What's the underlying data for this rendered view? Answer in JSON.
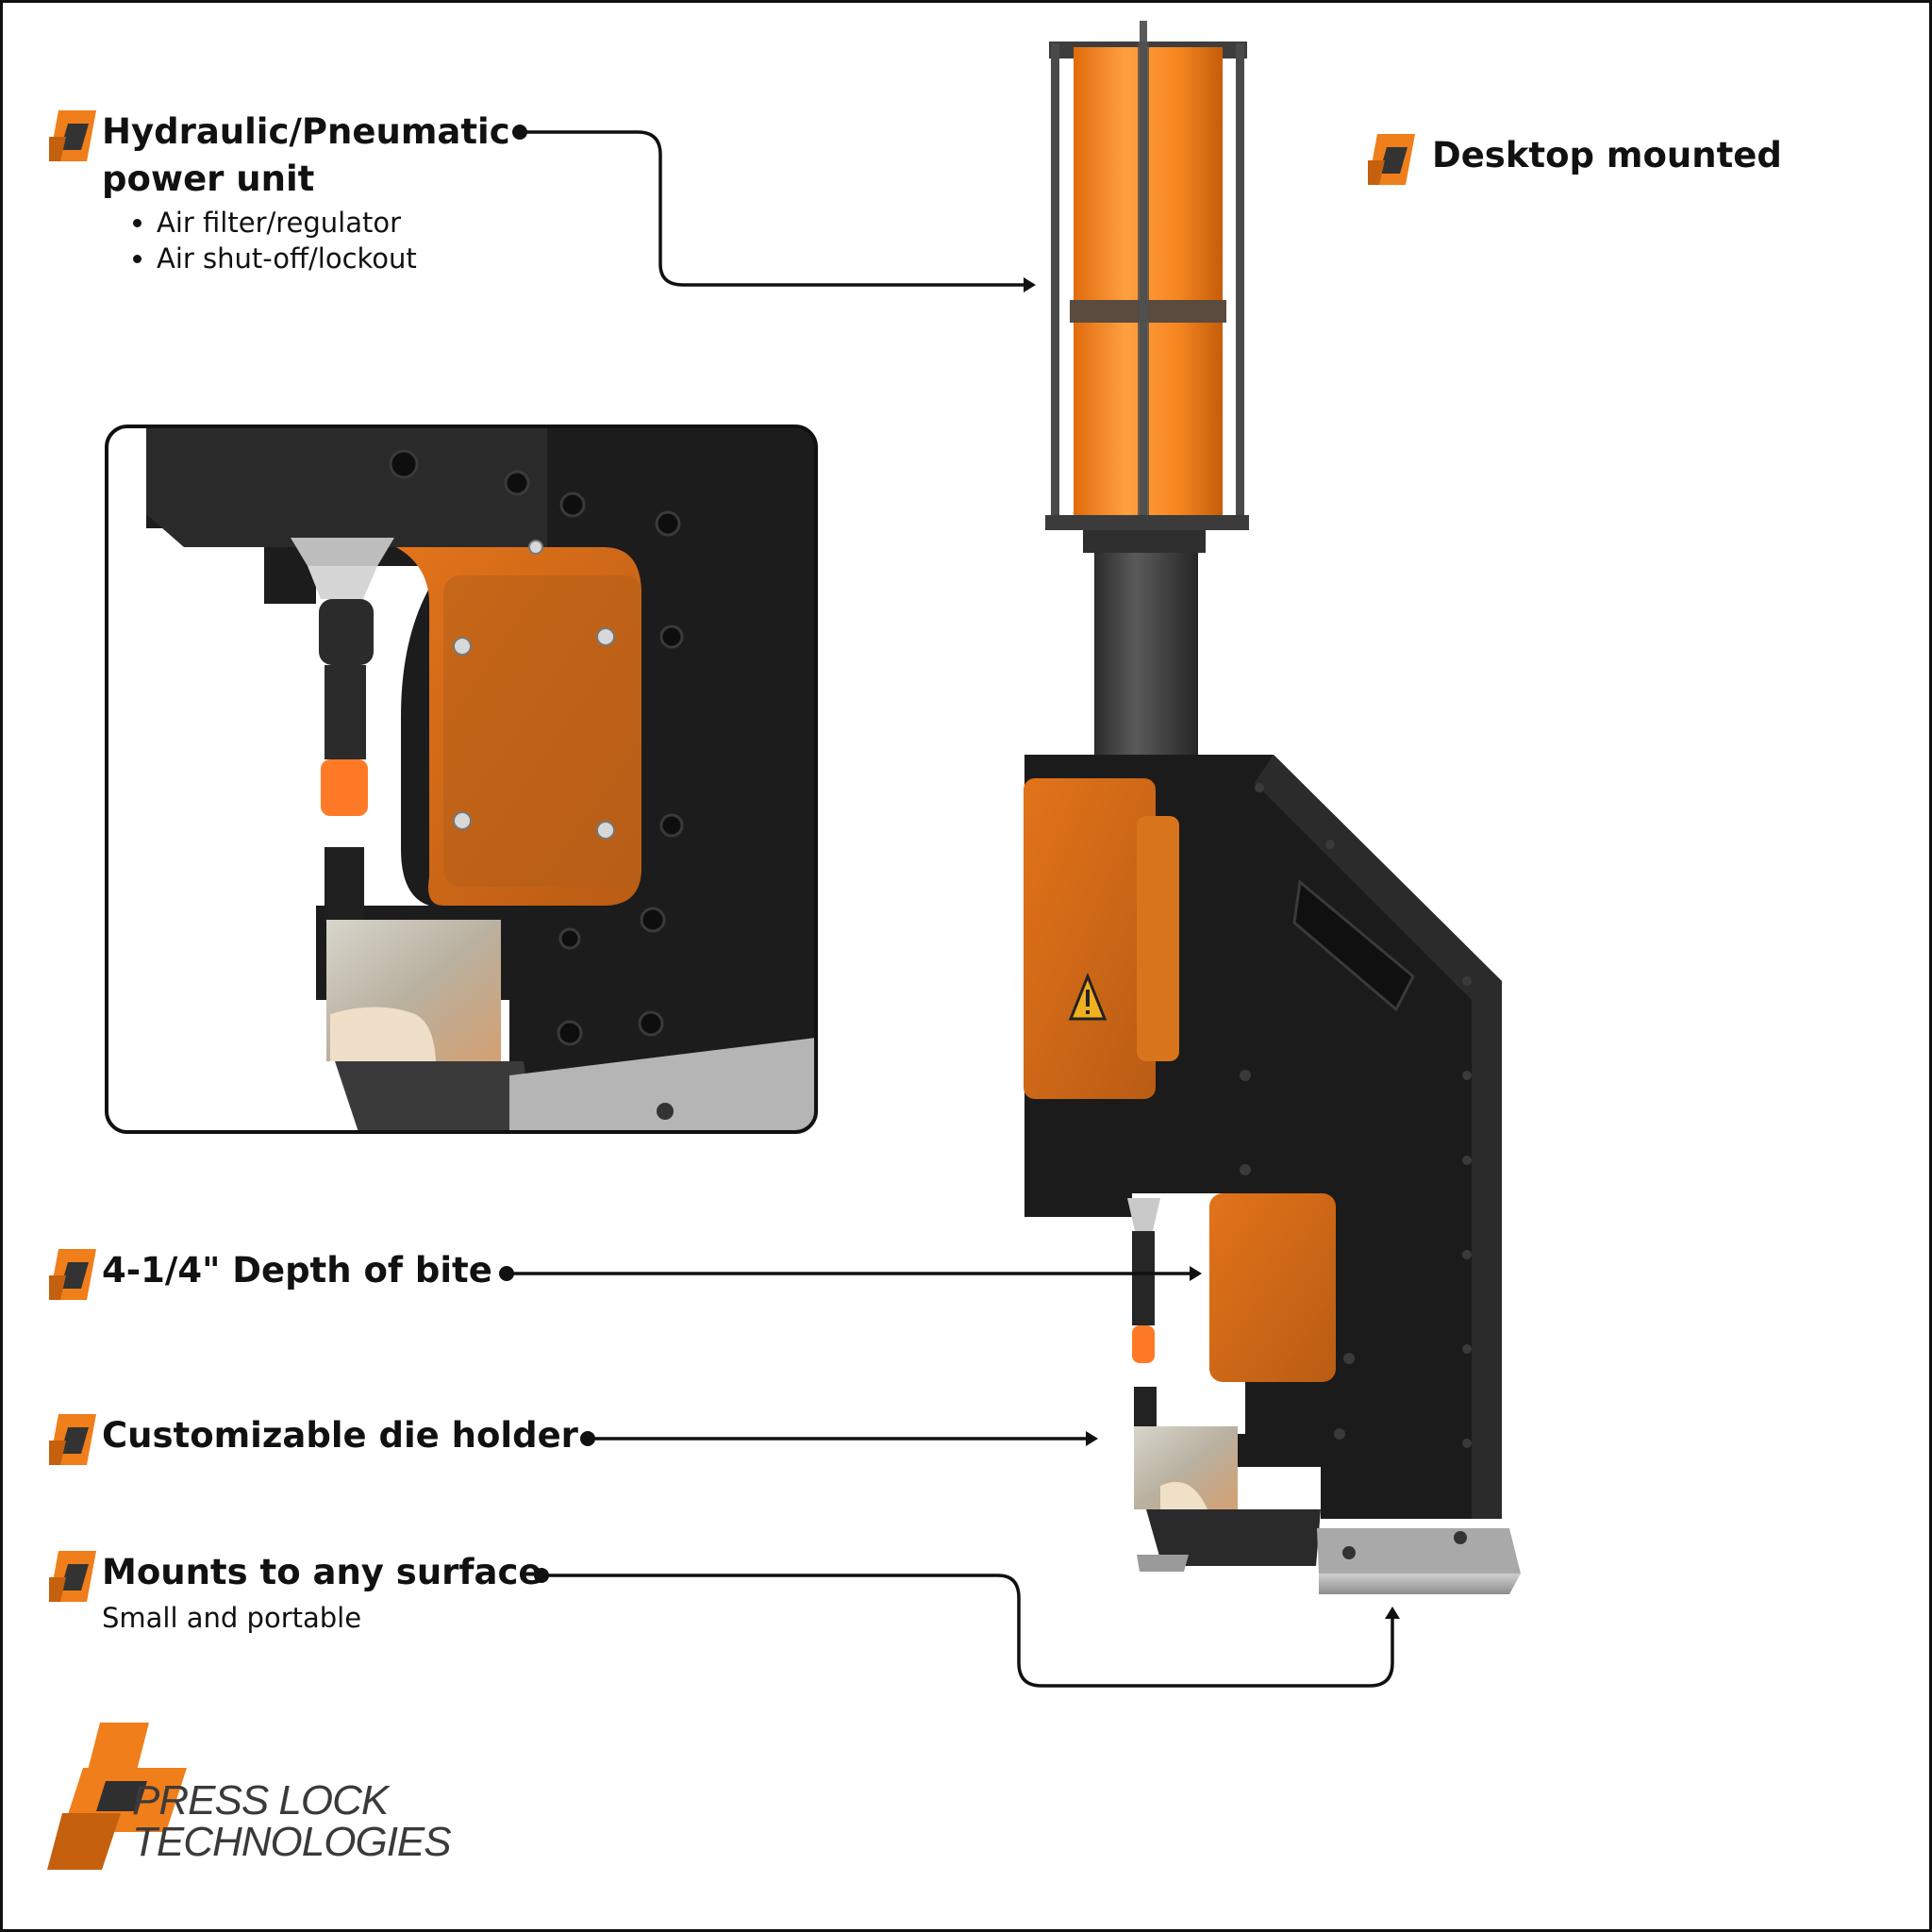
{
  "callouts": {
    "power_unit": {
      "title_line1": "Hydraulic/Pneumatic",
      "title_line2": "power unit",
      "bullets": [
        "Air filter/regulator",
        "Air shut-off/lockout"
      ]
    },
    "desktop": {
      "title": "Desktop mounted"
    },
    "depth": {
      "title": "4-1/4\" Depth of bite"
    },
    "die_holder": {
      "title": "Customizable die holder"
    },
    "mounts": {
      "title": "Mounts to any surface",
      "subtitle": "Small and portable"
    }
  },
  "logo": {
    "line1": "PRESS LOCK",
    "line2": "TECHNOLOGIES"
  },
  "colors": {
    "accent": "#F07E1A",
    "accent_dark": "#C4600E",
    "frame_black": "#1d1d1d",
    "text": "#111111"
  }
}
